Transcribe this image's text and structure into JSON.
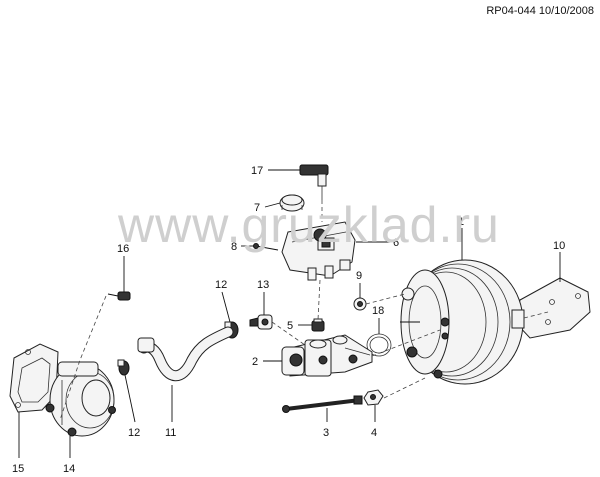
{
  "reference": "RP04-044 10/10/2008",
  "watermark": "www.gruzklad.ru",
  "callouts": [
    {
      "id": "c1",
      "label": "1"
    },
    {
      "id": "c2",
      "label": "2"
    },
    {
      "id": "c3",
      "label": "3"
    },
    {
      "id": "c4",
      "label": "4"
    },
    {
      "id": "c5",
      "label": "5"
    },
    {
      "id": "c6",
      "label": "6"
    },
    {
      "id": "c7",
      "label": "7"
    },
    {
      "id": "c8",
      "label": "8"
    },
    {
      "id": "c9",
      "label": "9"
    },
    {
      "id": "c10",
      "label": "10"
    },
    {
      "id": "c11",
      "label": "11"
    },
    {
      "id": "c12a",
      "label": "12"
    },
    {
      "id": "c12b",
      "label": "12"
    },
    {
      "id": "c13",
      "label": "13"
    },
    {
      "id": "c14",
      "label": "14"
    },
    {
      "id": "c15",
      "label": "15"
    },
    {
      "id": "c16",
      "label": "16"
    },
    {
      "id": "c17",
      "label": "17"
    },
    {
      "id": "c18",
      "label": "18"
    }
  ]
}
